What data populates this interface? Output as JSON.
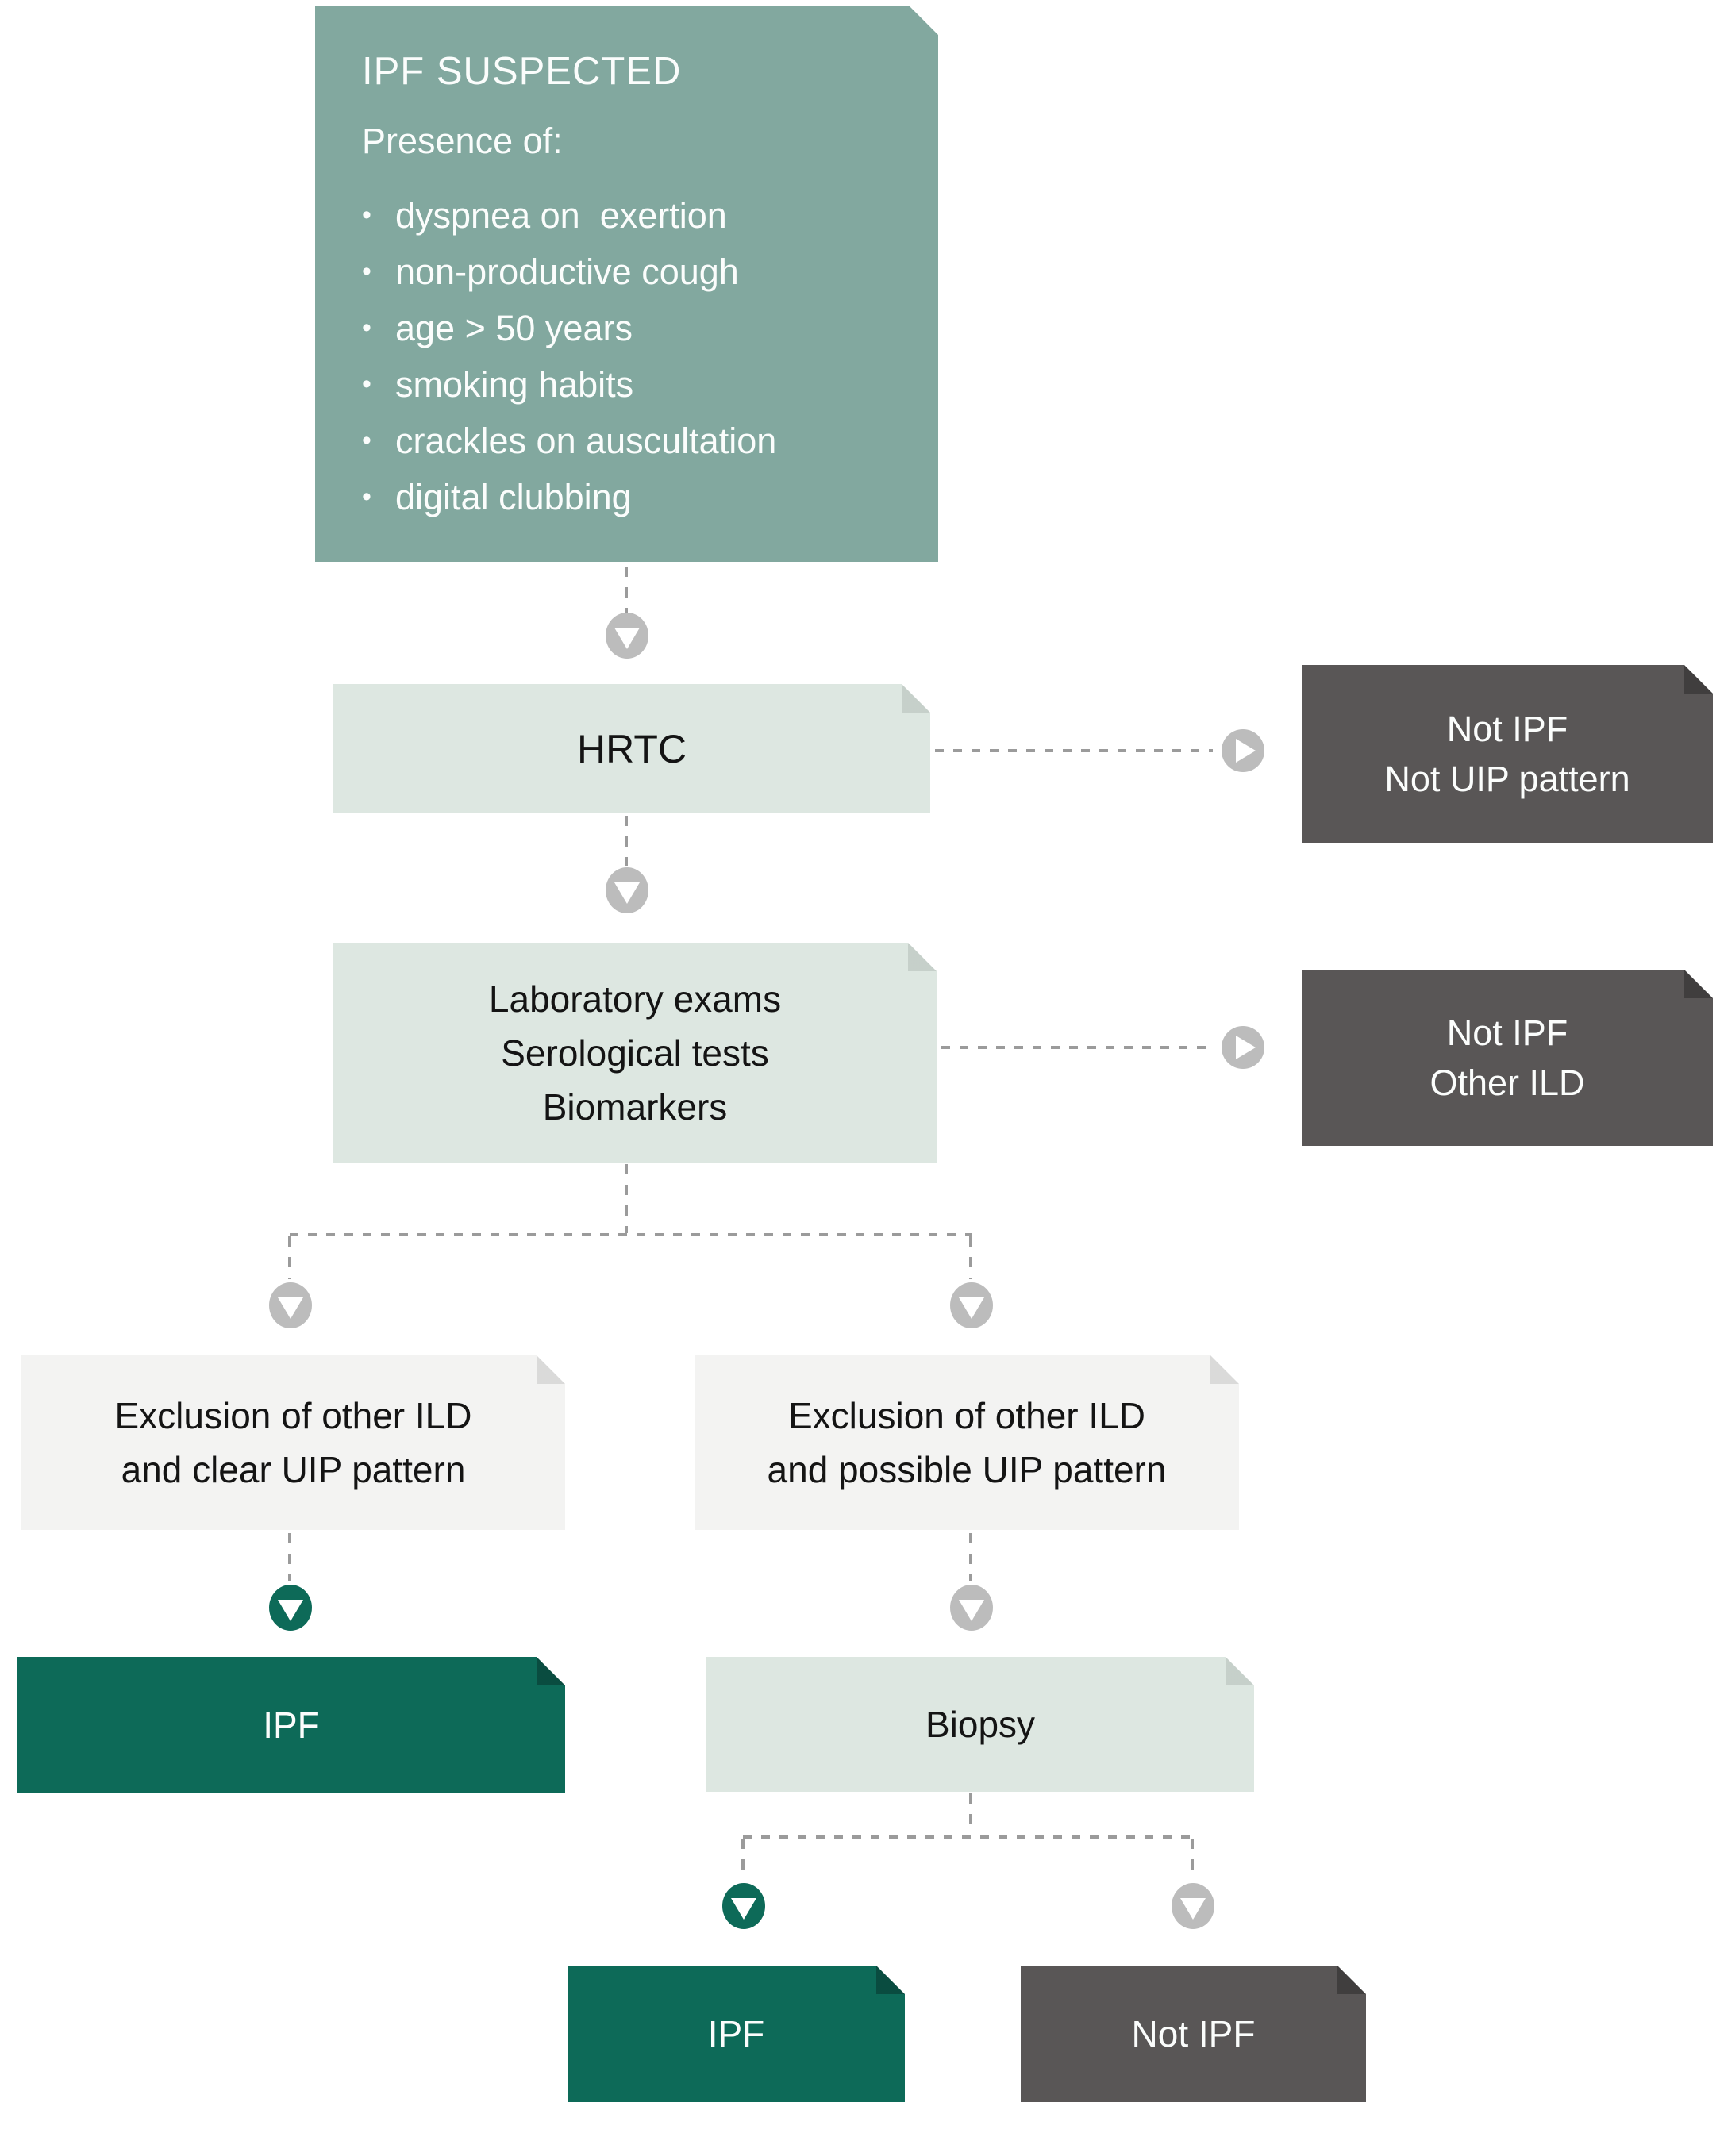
{
  "palette": {
    "sage": "#82a89f",
    "light_green": "#dde7e1",
    "pale_gray": "#f3f3f2",
    "dark_green": "#0d6a58",
    "dark_gray": "#595656",
    "arrow_gray": "#bcbcbc",
    "dash_gray": "#9b9b9b",
    "text_light": "#fbfdfc",
    "text_dark": "#141414"
  },
  "nodes": {
    "suspected": {
      "title": "IPF SUSPECTED",
      "subtitle": "Presence of:",
      "bullet": "•",
      "bullets": [
        "dyspnea on  exertion",
        "non-productive cough",
        "age > 50 years",
        "smoking habits",
        "crackles on auscultation",
        "digital clubbing"
      ]
    },
    "hrtc": {
      "label": "HRTC"
    },
    "not_ipf_uip": {
      "lines": [
        "Not IPF",
        "Not UIP pattern"
      ]
    },
    "lab": {
      "lines": [
        "Laboratory exams",
        "Serological tests",
        "Biomarkers"
      ]
    },
    "not_ipf_ild": {
      "lines": [
        "Not IPF",
        "Other ILD"
      ]
    },
    "excl_clear": {
      "lines": [
        "Exclusion of other ILD",
        "and clear UIP pattern"
      ]
    },
    "excl_possible": {
      "lines": [
        "Exclusion of other ILD",
        "and possible UIP pattern"
      ]
    },
    "ipf_left": {
      "label": "IPF"
    },
    "biopsy": {
      "label": "Biopsy"
    },
    "ipf_bottom": {
      "label": "IPF"
    },
    "not_ipf_bottom": {
      "label": "Not IPF"
    }
  }
}
